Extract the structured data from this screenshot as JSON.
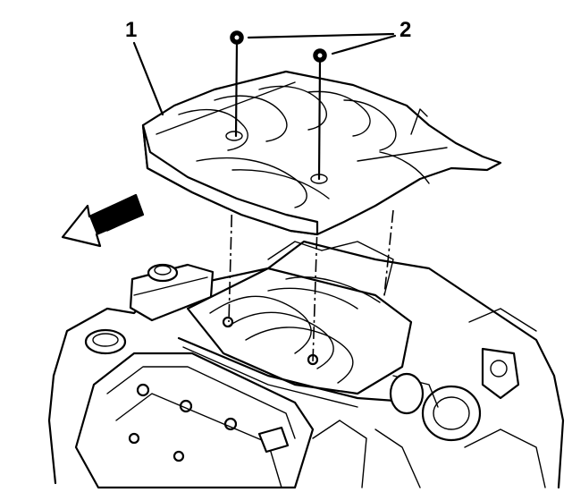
{
  "callouts": [
    {
      "id": "1",
      "label": "1"
    },
    {
      "id": "2",
      "label": "2"
    }
  ],
  "parts": [
    "engine-cover",
    "cover-bolts",
    "intake-manifold",
    "coolant-reservoir",
    "front-arrow"
  ]
}
